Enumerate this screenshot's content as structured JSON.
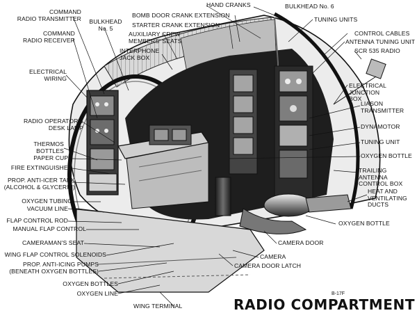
{
  "title": "RADIO COMPARTMENT",
  "subtitle": "B-17F",
  "labels": {
    "command_radio_transmitter": "COMMAND\nRADIO TRANSMITTER",
    "bulkhead_5": "BULKHEAD\nNo. 5",
    "command_radio_receiver": "COMMAND\nRADIO RECEIVER",
    "electrical_wiring": "ELECTRICAL\nWIRING",
    "radio_operators_desk_lamp": "RADIO OPERATOR'S\nDESK LAMP",
    "thermos_bottles": "THERMOS\nBOTTLES",
    "paper_cups": "PAPER CUPS",
    "fire_extinguisher": "FIRE EXTINGUISHER",
    "prop_anticer_tank": "PROP. ANTI-ICER TANK\n(ALCOHOL & GLYCERIN)",
    "oxygen_tubing": "OXYGEN TUBING",
    "vacuum_line": "VACUUM LINE",
    "flap_control_rod": "FLAP CONTROL ROD",
    "manual_flap_control": "MANUAL FLAP CONTROL",
    "cameramans_seat": "CAMERAMAN'S SEAT",
    "wing_flap_control_solenoids": "WING FLAP CONTROL SOLENOIDS",
    "prop_anti_icing_pumps": "PROP. ANTI-ICING PUMPS\n(BENEATH OXYGEN BOTTLES)",
    "oxygen_bottles": "OXYGEN BOTTLES",
    "oxygen_line": "OXYGEN LINE",
    "wing_terminal": "WING TERMINAL",
    "hand_cranks": "HAND CRANKS",
    "bulkhead_6": "BULKHEAD No. 6",
    "bomb_door_crank_extension": "BOMB DOOR CRANK EXTENSION",
    "starter_crank_extension": "STARTER CRANK EXTENSION",
    "auxiliary_crew_seats": "AUXILIARY CREW\nMEMBERS' SEATS",
    "interphone_jack_box": "INTERPHONE\nJACK BOX",
    "tuning_units": "TUNING UNITS",
    "control_cables": "CONTROL CABLES",
    "antenna_tuning_unit": "ANTENNA TUNING UNIT",
    "scr_535_radio": "SCR 535 RADIO",
    "electrical_junction_box": "ELECTRICAL JUNCTION\nBOX",
    "liason_transmitter": "LIASON\nTRANSMITTER",
    "dynamotor": "DYNAMOTOR",
    "tuning_unit": "TUNING UNIT",
    "oxygen_bottle_upper": "OXYGEN BOTTLE",
    "trailing_antenna_control_box": "TRAILING ANTENNA\nCONTROL BOX",
    "heat_ventilating_ducts": "HEAT AND\nVENTILATING\nDUCTS",
    "oxygen_bottle_lower": "OXYGEN BOTTLE",
    "camera_door": "CAMERA DOOR",
    "camera": "CAMERA",
    "camera_door_latch": "CAMERA DOOR LATCH"
  },
  "colors": {
    "ink": "#111111",
    "paper": "#ffffff",
    "shade_dark": "#2a2a2a",
    "shade_mid": "#7a7a7a",
    "shade_light": "#c8c8c8"
  }
}
